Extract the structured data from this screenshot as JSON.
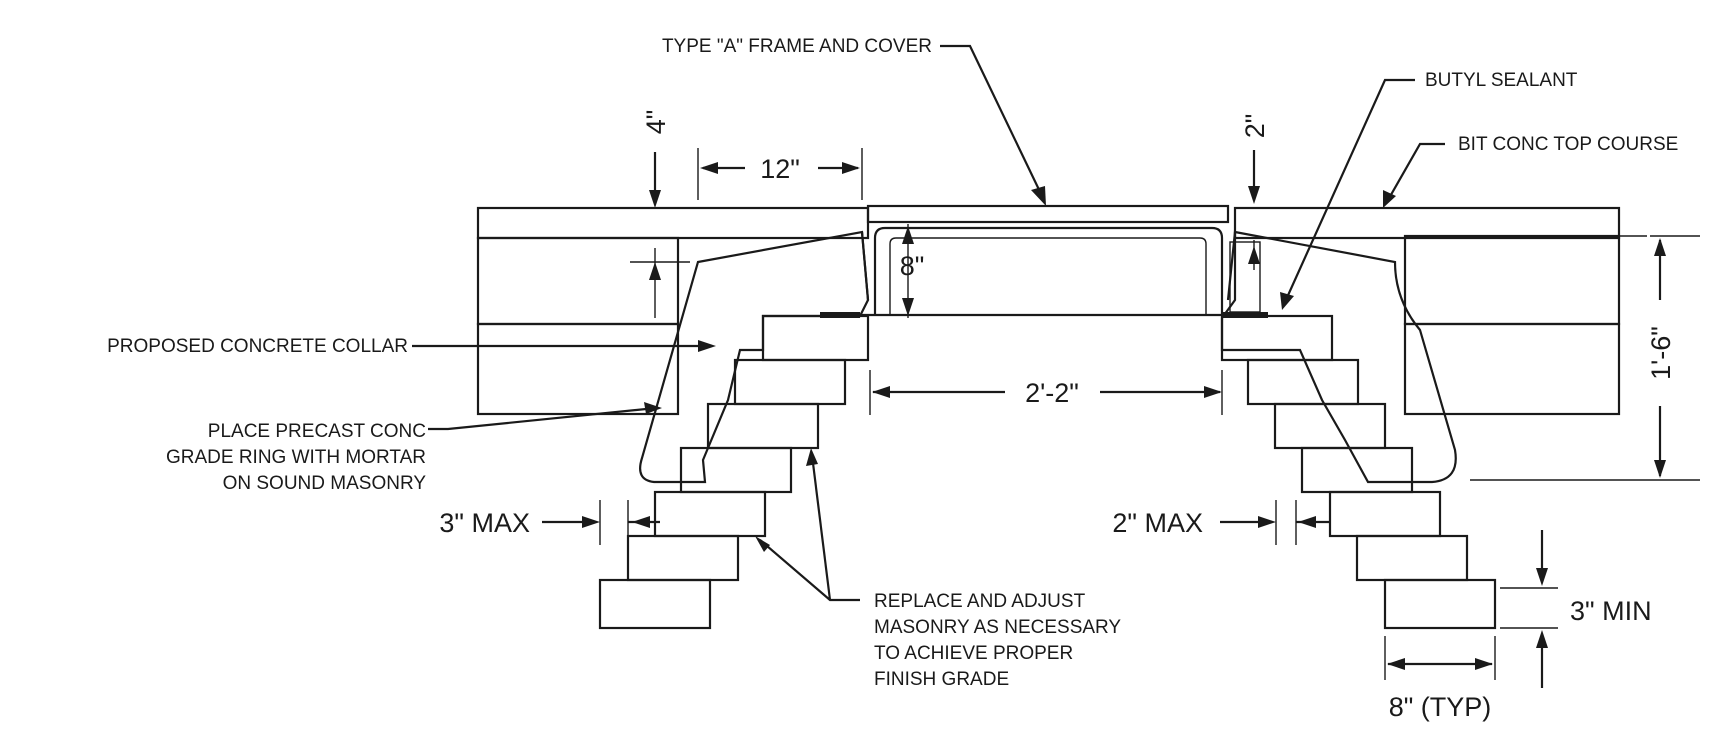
{
  "labels": {
    "frame_cover": "TYPE \"A\" FRAME AND COVER",
    "butyl_sealant": "BUTYL SEALANT",
    "bit_conc": "BIT CONC TOP COURSE",
    "collar": "PROPOSED CONCRETE COLLAR",
    "grade_ring_1": "PLACE PRECAST CONC",
    "grade_ring_2": "GRADE RING WITH MORTAR",
    "grade_ring_3": "ON SOUND MASONRY",
    "replace_1": "REPLACE AND ADJUST",
    "replace_2": "MASONRY AS NECESSARY",
    "replace_3": "TO ACHIEVE PROPER",
    "replace_4": "FINISH GRADE"
  },
  "dimensions": {
    "four_in": "4\"",
    "twelve_in": "12\"",
    "two_in": "2\"",
    "eight_in_frame": "8\"",
    "two_two": "2'-2\"",
    "one_six": "1'-6\"",
    "three_max": "3\" MAX",
    "two_max": "2\" MAX",
    "three_min": "3\" MIN",
    "eight_typ": "8\" (TYP)"
  },
  "colors": {
    "line": "#1a1a1a",
    "background": "#ffffff"
  }
}
